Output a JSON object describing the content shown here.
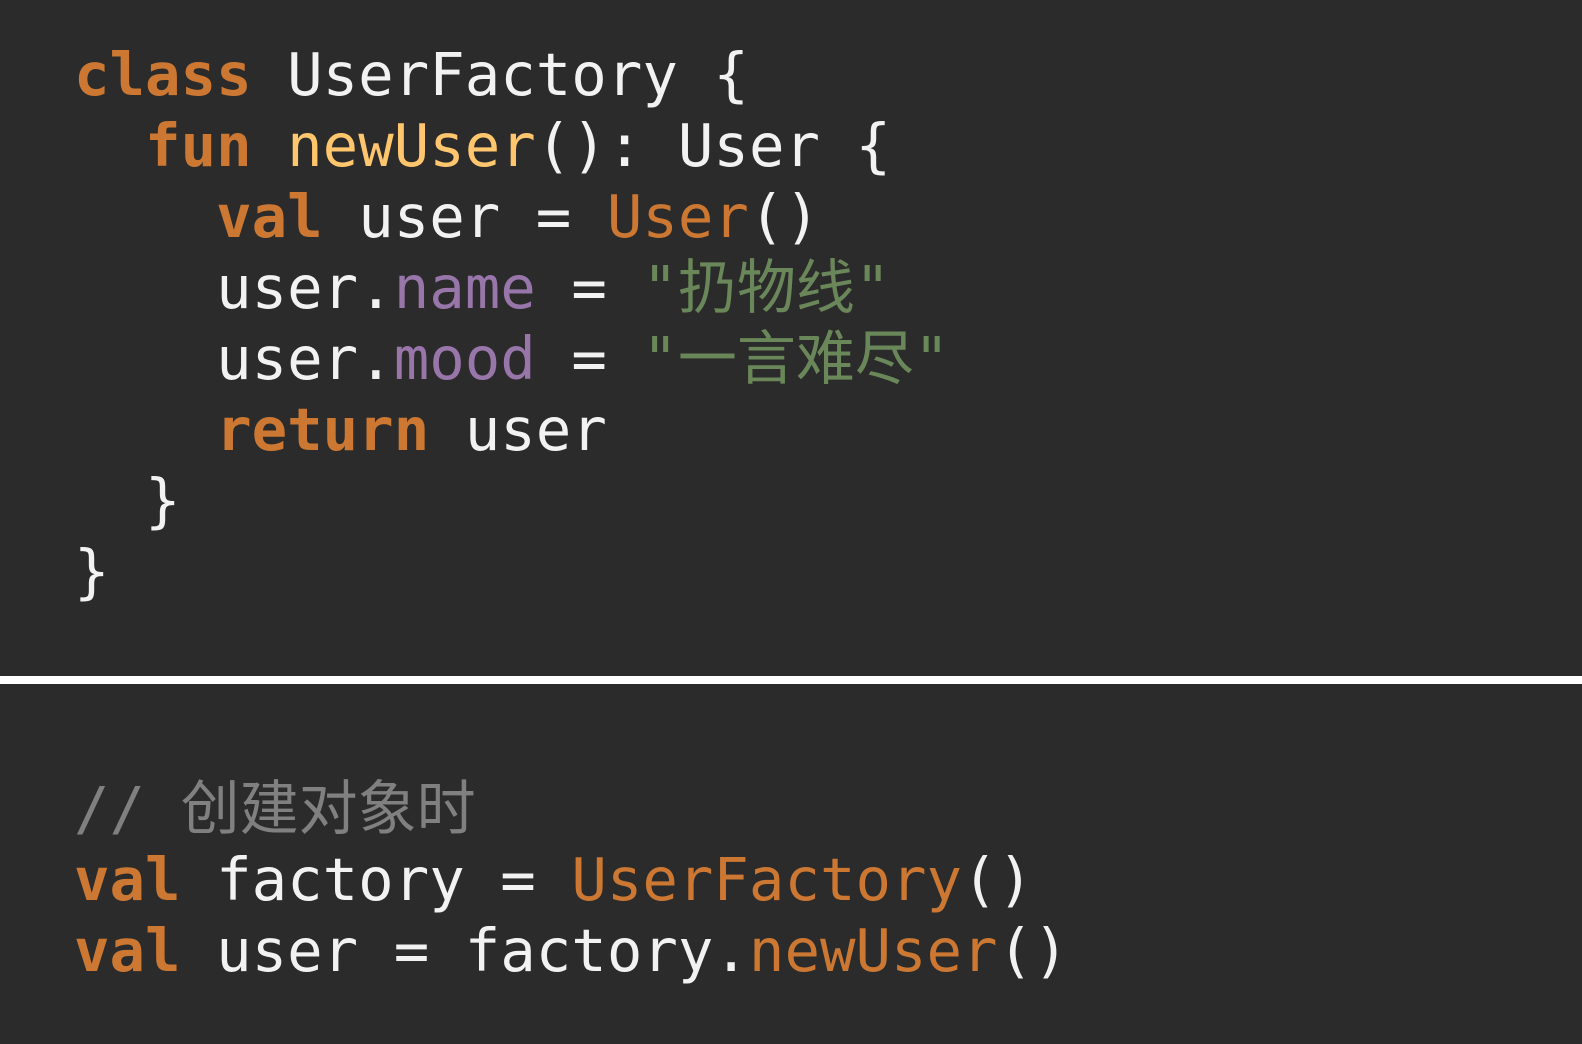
{
  "factory_code": {
    "line1": {
      "kw": "class",
      "sp": " ",
      "name": "UserFactory",
      "brace": " {"
    },
    "line2": {
      "indent": "  ",
      "kw": "fun",
      "sp": " ",
      "fn": "newUser",
      "sig": "(): User {"
    },
    "line3": {
      "indent": "    ",
      "kw": "val",
      "mid": " user = ",
      "call": "User",
      "tail": "()"
    },
    "line4": {
      "indent": "    ",
      "obj": "user.",
      "prop": "name",
      "eq": " = ",
      "str": "\"扔物线\""
    },
    "line5": {
      "indent": "    ",
      "obj": "user.",
      "prop": "mood",
      "eq": " = ",
      "str": "\"一言难尽\""
    },
    "line6": {
      "indent": "    ",
      "kw": "return",
      "tail": " user"
    },
    "line7": {
      "text": "  }"
    },
    "line8": {
      "text": "}"
    }
  },
  "usage_code": {
    "comment": "// 创建对象时",
    "line1": {
      "kw": "val",
      "mid": " factory = ",
      "call": "UserFactory",
      "tail": "()"
    },
    "line2": {
      "kw": "val",
      "mid": " user = factory.",
      "call": "newUser",
      "tail": "()"
    }
  },
  "colors": {
    "background": "#2b2b2b",
    "keyword": "#cc7832",
    "function_decl": "#ffc66d",
    "property": "#9876aa",
    "string": "#6a8759",
    "comment": "#808080",
    "text": "#f2f2f2",
    "divider": "#ffffff"
  }
}
